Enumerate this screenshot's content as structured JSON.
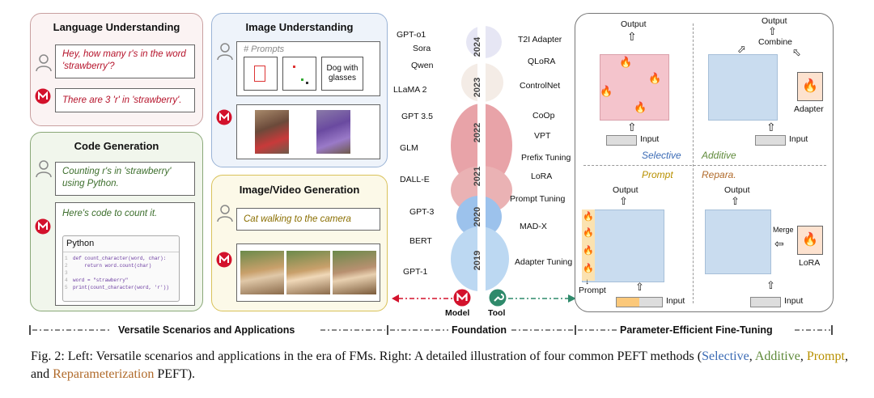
{
  "left": {
    "language": {
      "title": "Language Understanding",
      "user_msg": "Hey, how many r's in the word 'strawberry'?",
      "model_msg": "There are 3 'r' in 'strawberry'."
    },
    "image": {
      "title": "Image Understanding",
      "prompt_label": "# Prompts",
      "caption": "Dog with glasses"
    },
    "code": {
      "title": "Code Generation",
      "user_msg": "Counting r's in 'strawberry' using Python.",
      "model_msg": "Here's code to count it.",
      "code_lang": "Python",
      "code_lines": [
        "def count_character(word, char):",
        "    return word.count(char)",
        "",
        "word = \"strawberry\"",
        "print(count_character(word, 'r'))"
      ],
      "line_numbers": [
        "1",
        "2",
        "3",
        "4",
        "5"
      ]
    },
    "video": {
      "title": "Image/Video Generation",
      "user_msg": "Cat walking to the camera"
    }
  },
  "timeline": {
    "years": [
      "2024",
      "2023",
      "2022",
      "2021",
      "2020",
      "2019"
    ],
    "models": [
      "GPT-o1",
      "Sora",
      "Qwen",
      "LLaMA 2",
      "GPT 3.5",
      "GLM",
      "DALL-E",
      "GPT-3",
      "BERT",
      "GPT-1"
    ],
    "tools": [
      "T2I Adapter",
      "QLoRA",
      "ControlNet",
      "CoOp",
      "VPT",
      "Prefix Tuning",
      "LoRA",
      "Prompt Tuning",
      "MAD-X",
      "Adapter Tuning"
    ],
    "model_label": "Model",
    "tool_label": "Tool"
  },
  "peft": {
    "output": "Output",
    "input": "Input",
    "combine": "Combine",
    "adapter": "Adapter",
    "prompt": "Prompt",
    "merge": "Merge",
    "lora": "LoRA",
    "selective": "Selective",
    "additive": "Additive",
    "prompt_cat": "Prompt",
    "repara": "Repara."
  },
  "sections": {
    "left": "Versatile Scenarios and Applications",
    "mid": "Foundation",
    "right": "Parameter-Efficient Fine-Tuning"
  },
  "caption": {
    "prefix": "Fig. 2: Left: Versatile scenarios and applications in the era of FMs. Right: A detailed illustration of four common PEFT methods (",
    "selective": "Selective",
    "sep1": ", ",
    "additive": "Additive",
    "sep2": ", ",
    "prompt": "Prompt",
    "sep3": ", and ",
    "reparam": "Reparameterization",
    "suffix": " PEFT)."
  },
  "colors": {
    "selective": "#3b6bb5",
    "additive": "#5f8a3a",
    "prompt": "#b89000",
    "reparam": "#b06a2a",
    "model_red": "#d3122c",
    "tool_green": "#2f8a6b"
  }
}
